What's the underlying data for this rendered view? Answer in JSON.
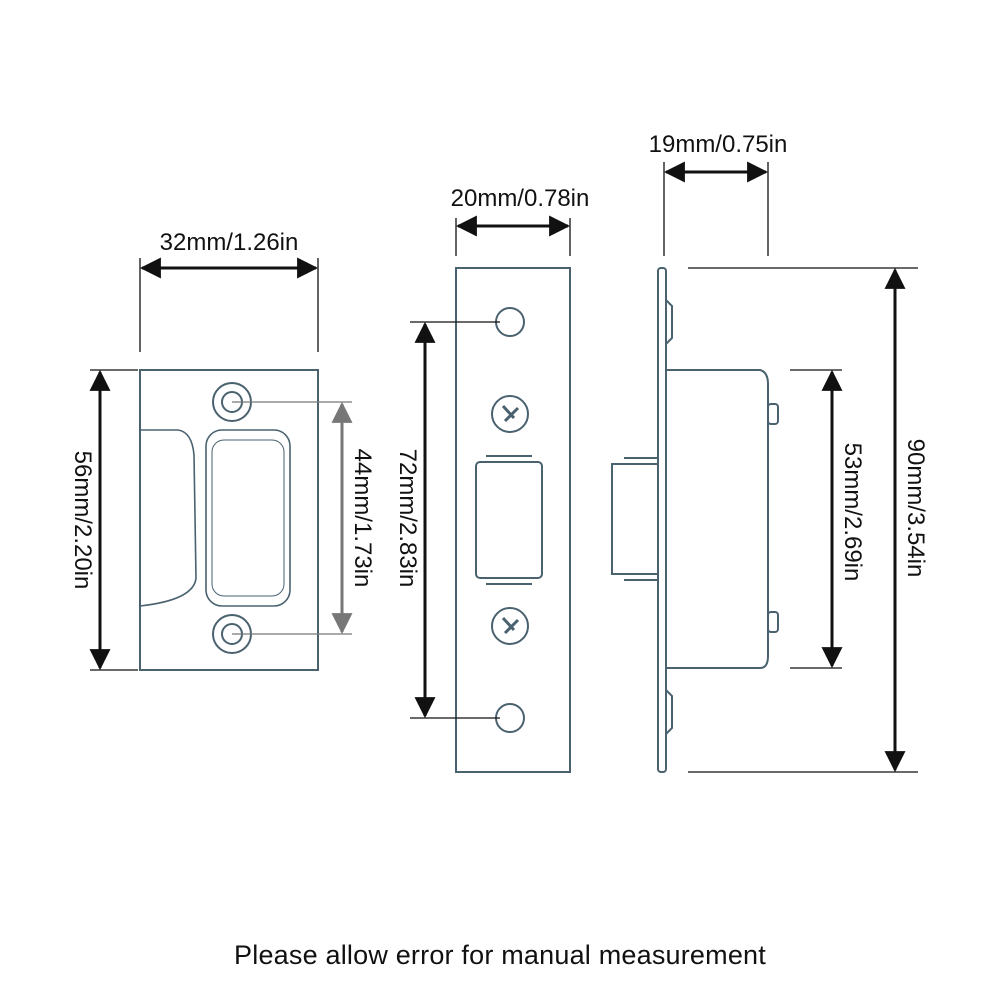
{
  "strike_plate": {
    "width_label": "32mm/1.26in",
    "height_label": "56mm/2.20in",
    "hole_spacing_label": "44mm/1.73in"
  },
  "latch_front": {
    "width_label": "20mm/0.78in",
    "hole_spacing_label": "72mm/2.83in"
  },
  "latch_side": {
    "depth_label": "19mm/0.75in",
    "body_height_label": "53mm/2.69in",
    "total_height_label": "90mm/3.54in"
  },
  "note": "Please allow error for manual measurement"
}
